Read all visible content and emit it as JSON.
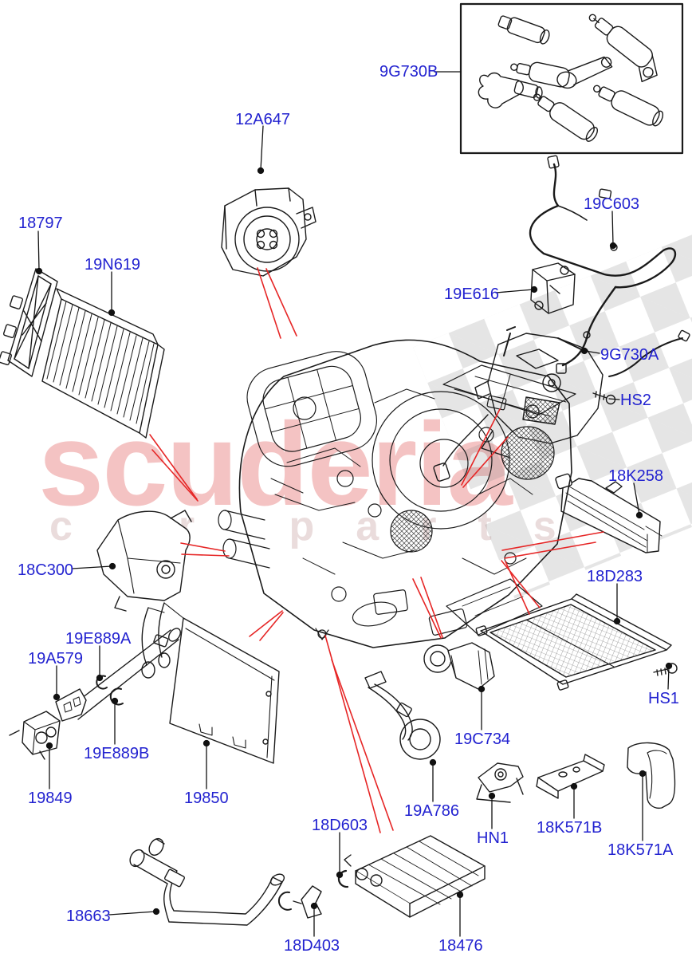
{
  "watermark": {
    "line1": "scuderia",
    "line2": "car parts"
  },
  "colors": {
    "label_blue": "#2222d0",
    "leader_red": "#e62626",
    "line_black": "#1a1a1a",
    "watermark_pink": "rgba(222,78,78,0.34)",
    "checker_gray": "rgba(125,125,125,0.20)"
  },
  "labels": [
    {
      "id": "9G730B",
      "text": "9G730B"
    },
    {
      "id": "12A647",
      "text": "12A647"
    },
    {
      "id": "18797",
      "text": "18797"
    },
    {
      "id": "19N619",
      "text": "19N619"
    },
    {
      "id": "19C603",
      "text": "19C603"
    },
    {
      "id": "19E616",
      "text": "19E616"
    },
    {
      "id": "9G730A",
      "text": "9G730A"
    },
    {
      "id": "HS2",
      "text": "HS2"
    },
    {
      "id": "18K258",
      "text": "18K258"
    },
    {
      "id": "18C300",
      "text": "18C300"
    },
    {
      "id": "18D283",
      "text": "18D283"
    },
    {
      "id": "HS1",
      "text": "HS1"
    },
    {
      "id": "19E889A",
      "text": "19E889A"
    },
    {
      "id": "19A579",
      "text": "19A579"
    },
    {
      "id": "19E889B",
      "text": "19E889B"
    },
    {
      "id": "19849",
      "text": "19849"
    },
    {
      "id": "19850",
      "text": "19850"
    },
    {
      "id": "19C734",
      "text": "19C734"
    },
    {
      "id": "19A786",
      "text": "19A786"
    },
    {
      "id": "HN1",
      "text": "HN1"
    },
    {
      "id": "18K571B",
      "text": "18K571B"
    },
    {
      "id": "18K571A",
      "text": "18K571A"
    },
    {
      "id": "18D603",
      "text": "18D603"
    },
    {
      "id": "18D403",
      "text": "18D403"
    },
    {
      "id": "18476",
      "text": "18476"
    },
    {
      "id": "18663",
      "text": "18663"
    }
  ]
}
